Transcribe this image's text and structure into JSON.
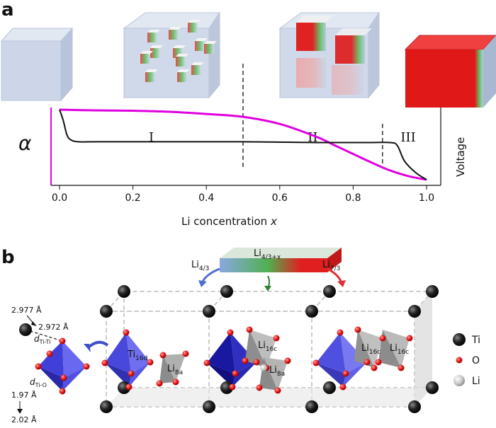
{
  "panels": {
    "a": "a",
    "b": "b"
  },
  "chart_data": {
    "type": "line",
    "xlabel": "Li concentration",
    "xlabel_var": "x",
    "left_ylabel": "α",
    "right_ylabel": "Voltage",
    "xlim": [
      0,
      1
    ],
    "x_ticks": [
      "0.0",
      "0.2",
      "0.4",
      "0.6",
      "0.8",
      "1.0"
    ],
    "regions": [
      {
        "label": "I",
        "x": 0.25
      },
      {
        "label": "II",
        "x": 0.69
      },
      {
        "label": "III",
        "x": 0.95
      }
    ],
    "boundaries": [
      0.5,
      0.88
    ],
    "series": [
      {
        "axis": "alpha",
        "color": "#e000e0",
        "x": [
          0.0,
          0.1,
          0.2,
          0.3,
          0.4,
          0.5,
          0.6,
          0.7,
          0.75,
          0.8,
          0.85,
          0.9,
          0.95,
          1.0
        ],
        "y": [
          1.0,
          0.99,
          0.985,
          0.97,
          0.94,
          0.9,
          0.8,
          0.62,
          0.5,
          0.38,
          0.26,
          0.15,
          0.07,
          0.02
        ]
      },
      {
        "axis": "voltage",
        "color": "#111111",
        "x": [
          0.0,
          0.01,
          0.02,
          0.03,
          0.05,
          0.1,
          0.3,
          0.5,
          0.7,
          0.85,
          0.9,
          0.92,
          0.94,
          0.97,
          1.0
        ],
        "y": [
          1.0,
          0.85,
          0.65,
          0.58,
          0.55,
          0.55,
          0.55,
          0.55,
          0.54,
          0.54,
          0.54,
          0.5,
          0.28,
          0.12,
          0.02
        ]
      }
    ]
  },
  "structure": {
    "bar_labels": {
      "left": "Li",
      "left_sub": "4/3",
      "mid": "Li",
      "mid_sub": "4/3+x",
      "right": "Li",
      "right_sub": "7/3"
    },
    "site_labels": {
      "ti16d": "Ti",
      "ti16d_sub": "16d",
      "li8a": "Li",
      "li8a_sub": "8a",
      "li16c_a": "Li",
      "li16c_a_sub": "16c",
      "li8a_b": "Li",
      "li8a_b_sub": "8a",
      "li16c_b": "Li",
      "li16c_b_sub": "16c",
      "li16c_c": "Li",
      "li16c_c_sub": "16c"
    },
    "distances": {
      "d1": "2.977 Å",
      "d2": "2.972 Å",
      "d3": "1.97 Å",
      "d4": "2.02 Å",
      "dtiti": "d",
      "dtiti_sub": "Ti-Ti",
      "dtio": "d",
      "dtio_sub": "Ti-O"
    },
    "legend": [
      {
        "label": "Ti",
        "color": "#111111"
      },
      {
        "label": "O",
        "color": "#e02020"
      },
      {
        "label": "Li",
        "color": "#c8c8c8"
      }
    ]
  },
  "colors": {
    "octahedron": "#5050e8",
    "octahedron_dark": "#2020a0",
    "tetra": "#a0a0a0",
    "cube_blue": "#c8d4e8",
    "cube_red": "#e02020",
    "cube_green": "#40b040"
  }
}
